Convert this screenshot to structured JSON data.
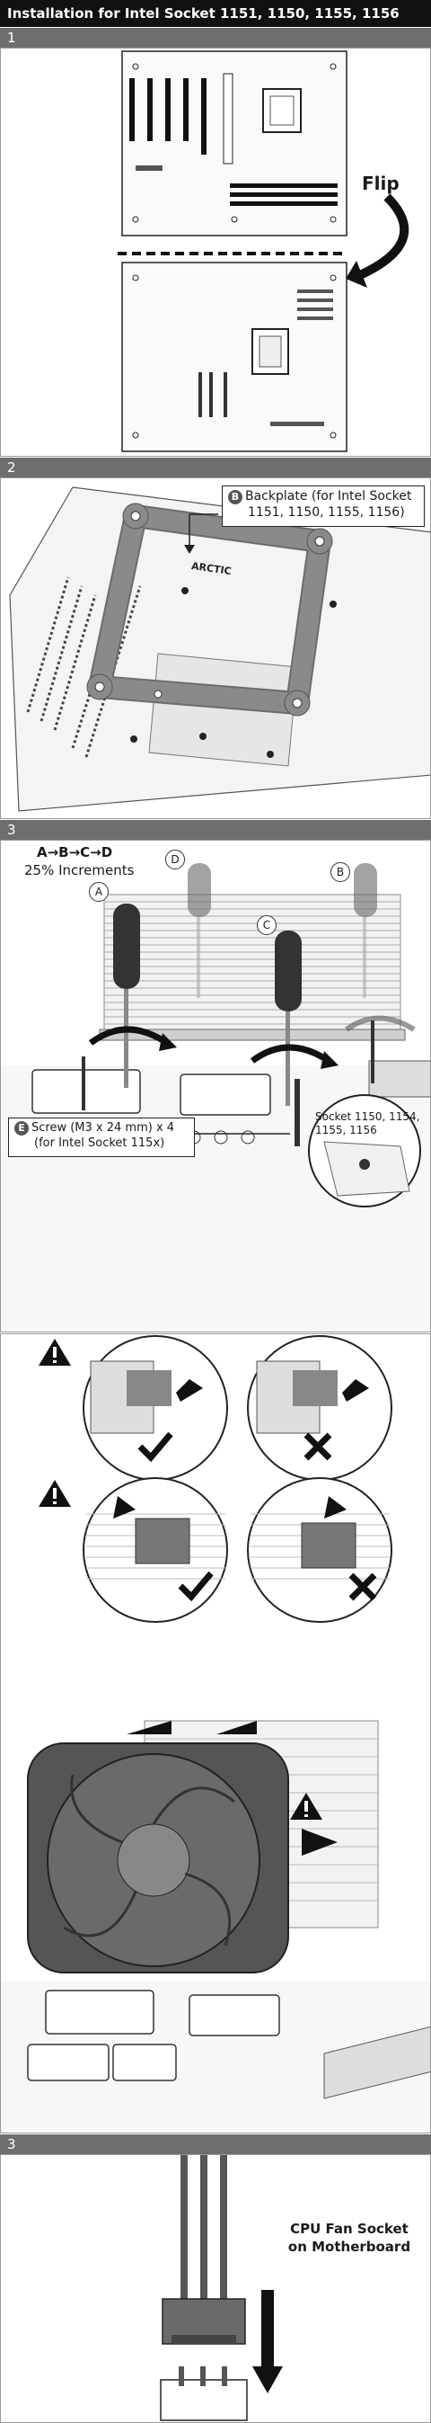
{
  "title": "Installation for Intel Socket 1151, 1150, 1155, 1156",
  "steps": {
    "s1": "1",
    "s2": "2",
    "s3": "3",
    "s6": "3"
  },
  "step1": {
    "flip_label": "Flip"
  },
  "step2": {
    "backplate_badge": "B",
    "backplate_line1": "Backplate (for Intel Socket",
    "backplate_line2": "1151, 1150, 1155, 1156)",
    "brand": "ARCTIC"
  },
  "step3": {
    "order": "A→B→C→D",
    "increments": "25% Increments",
    "letter_a": "A",
    "letter_b": "B",
    "letter_c": "C",
    "letter_d": "D",
    "screw_badge": "E",
    "screw_line1": "Screw (M3 x 24 mm) x 4",
    "screw_line2": "(for Intel Socket 115x)",
    "socket_line1": "Socket 1150, 1154,",
    "socket_line2": "1155, 1156"
  },
  "step6": {
    "fan_line1": "CPU Fan Socket",
    "fan_line2": "on Motherboard"
  },
  "colors": {
    "header": "#111111",
    "step_bar": "#6e6e6e",
    "metal": "#8a8a8a",
    "dark_metal": "#3c3c3c"
  }
}
